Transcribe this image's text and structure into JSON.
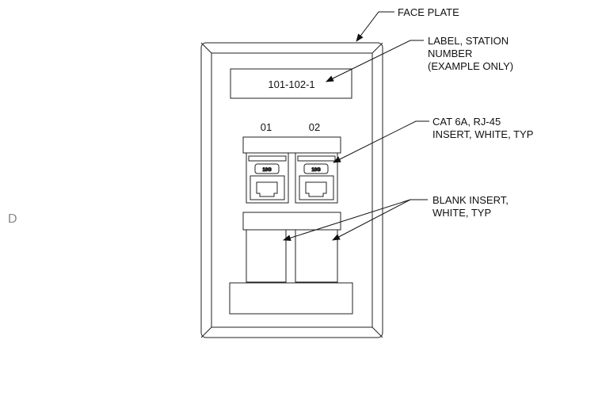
{
  "grid_ref": "D",
  "label_text": "101-102-1",
  "port_numbers": [
    "01",
    "02"
  ],
  "jack_badge": "10G",
  "callouts": {
    "face_plate": [
      "FACE PLATE"
    ],
    "label": [
      "LABEL, STATION",
      "NUMBER",
      "(EXAMPLE ONLY)"
    ],
    "cat6a": [
      "CAT 6A, RJ-45",
      "INSERT, WHITE, TYP"
    ],
    "blank": [
      "BLANK INSERT,",
      "WHITE, TYP"
    ]
  }
}
